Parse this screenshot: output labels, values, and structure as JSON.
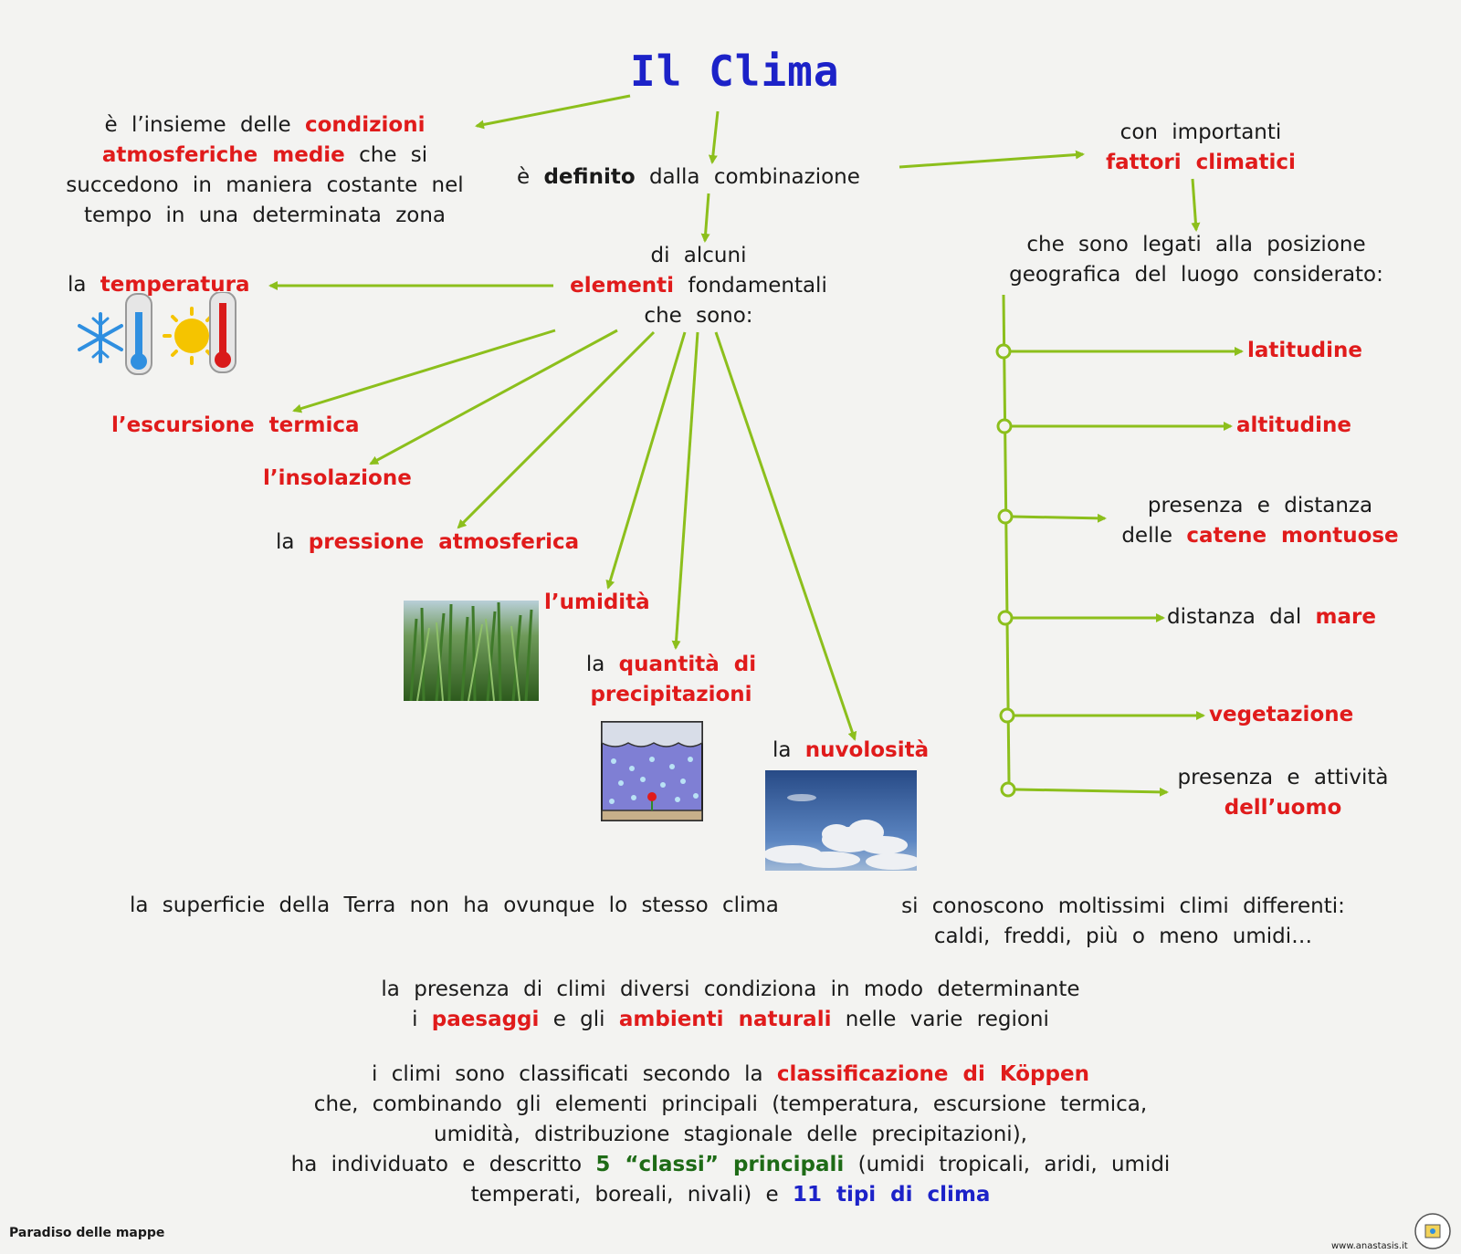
{
  "title": "Il  Clima",
  "definition": {
    "l1a": "è l’insieme delle",
    "l1b": "condizioni",
    "l2a": "atmosferiche medie",
    "l2b": "che si",
    "l3": "succedono in maniera costante nel",
    "l4": "tempo in una determinata zona"
  },
  "defined": {
    "a": "è",
    "b": "definito",
    "c": "dalla combinazione"
  },
  "factors": {
    "l1": "con importanti",
    "l2": "fattori climatici"
  },
  "factors_desc": {
    "l1": "che sono legati alla posizione",
    "l2": "geografica del luogo considerato:"
  },
  "elements": {
    "l1": "di alcuni",
    "l2a": "elementi",
    "l2b": "fondamentali",
    "l3": "che sono:"
  },
  "element_items": {
    "temperatura_a": "la",
    "temperatura_b": "temperatura",
    "escursione": "l’escursione termica",
    "insolazione": "l’insolazione",
    "pressione_a": "la",
    "pressione_b": "pressione atmosferica",
    "umidita": "l’umidità",
    "quantita_a": "la",
    "quantita_b": "quantità di",
    "quantita_c": "precipitazioni",
    "nuvolosita_a": "la",
    "nuvolosita_b": "nuvolosità"
  },
  "factor_items": {
    "latitudine": "latitudine",
    "altitudine": "altitudine",
    "catene_l1": "presenza e distanza",
    "catene_l2a": "delle",
    "catene_l2b": "catene montuose",
    "mare_a": "distanza dal",
    "mare_b": "mare",
    "vegetazione": "vegetazione",
    "uomo_l1": "presenza e attività",
    "uomo_l2": "dell’uomo"
  },
  "bottom": {
    "superficie": "la superficie della Terra non ha ovunque lo stesso clima",
    "climi_l1": "si conoscono moltissimi climi differenti:",
    "climi_l2": "caldi, freddi, più o meno umidi…",
    "presenza_l1": "la presenza di climi diversi condiziona in modo determinante",
    "presenza_l2a": "i",
    "presenza_l2b": "paesaggi",
    "presenza_l2c": "e gli",
    "presenza_l2d": "ambienti naturali",
    "presenza_l2e": "nelle varie regioni",
    "koppen_l1a": "i climi sono classificati secondo la",
    "koppen_l1b": "classificazione di Köppen",
    "koppen_l2": "che, combinando gli elementi principali (temperatura, escursione termica,",
    "koppen_l3": "umidità, distribuzione stagionale delle precipitazioni),",
    "koppen_l4a": "ha individuato e descritto",
    "koppen_l4b": "5 “classi” principali",
    "koppen_l4c": "(umidi tropicali, aridi, umidi",
    "koppen_l5a": "temperati, boreali, nivali) e",
    "koppen_l5b": "11 tipi di clima"
  },
  "footer": {
    "left": "Paradiso delle mappe",
    "right": "www.anastasis.it"
  },
  "icons": [
    "snowflake-icon",
    "cold-thermometer-icon",
    "sun-icon",
    "hot-thermometer-icon"
  ],
  "colors": {
    "arrow": "#8cbf1c",
    "highlight": "#e01b1b",
    "title": "#1c22c8",
    "green_text": "#1e6b16"
  }
}
